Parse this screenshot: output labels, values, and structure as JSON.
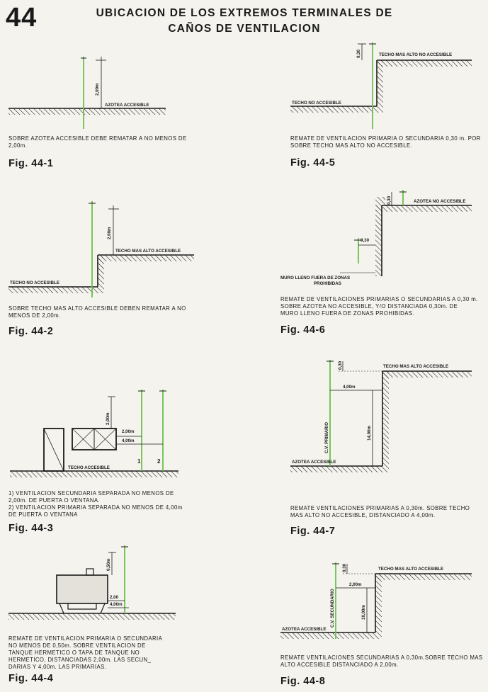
{
  "page_number": "44",
  "title_line1": "UBICACION DE LOS EXTREMOS TERMINALES DE",
  "title_line2": "CAÑOS DE VENTILACION",
  "colors": {
    "vent": "#6cc04a",
    "ink": "#1a1a1a",
    "paper": "#f4f3ee"
  },
  "fig1": {
    "label": "Fig.  44-1",
    "caption": "SOBRE AZOTEA ACCESIBLE DEBE REMATAR A NO MENOS DE\n2,00m.",
    "roof": "AZOTEA ACCESIBLE",
    "dim": "2,00m"
  },
  "fig2": {
    "label": "Fig.  44-2",
    "caption": "SOBRE TECHO MAS ALTO ACCESIBLE DEBEN REMATAR A NO\nMENOS DE 2,00m.",
    "low_roof": "TECHO NO ACCESIBLE",
    "high_roof": "TECHO MAS ALTO ACCESIBLE",
    "dim": "2,00m"
  },
  "fig3": {
    "label": "Fig.  44-3",
    "caption": "1) VENTILACION SECUNDARIA SEPARADA NO MENOS DE\n2,00m. DE PUERTA O VENTANA.\n2) VENTILACION PRIMARIA SEPARADA NO MENOS DE 4,00m\nDE PUERTA O VENTANA",
    "roof": "TECHO ACCESIBLE",
    "dim_v": "2,00m",
    "dim_h1": "2,00m",
    "dim_h2": "4,00m",
    "pipe1": "1",
    "pipe2": "2"
  },
  "fig4": {
    "label": "Fig.  44-4",
    "caption": "REMATE DE VENTILACION PRIMARIA O SECUNDARIA\nNO MENOS DE 0,50m. SOBRE VENTILACION DE\nTANQUE HERMETICO O TAPA DE TANQUE NO\nHERMETICO, DISTANCIADAS 2,00m. LAS SECUN_\nDARIAS Y 4,00m. LAS PRIMARIAS.",
    "dim_v": "0,50m",
    "dim_h1": "2,00",
    "dim_h2": "4,00m"
  },
  "fig5": {
    "label": "Fig.  44-5",
    "caption": "REMATE DE VENTILACION PRIMARIA O SECUNDARIA 0,30 m. POR\nSOBRE TECHO MAS ALTO NO ACCESIBLE.",
    "low_roof": "TECHO NO ACCESIBLE",
    "high_roof": "TECHO MAS ALTO NO ACCESIBLE",
    "dim": "0,30"
  },
  "fig6": {
    "label": "Fig.  44-6",
    "caption": "REMATE DE VENTILACIONES PRIMARIAS O SECUNDARIAS A 0,30 m.\nSOBRE AZOTEA NO ACCESIBLE, Y/O DISTANCIADA 0,30m. DE\nMURO LLENO FUERA DE ZONAS PROHIBIDAS.",
    "roof": "AZOTEA NO ACCESIBLE",
    "wall_line1": "MURO LLENO FUERA DE ZONAS",
    "wall_line2": "PROHIBIDAS",
    "dim_v": "0,30",
    "dim_h": "0,30"
  },
  "fig7": {
    "label": "Fig.  44-7",
    "caption": "REMATE  VENTILACIONES  PRIMARIAS A 0,30m. SOBRE TECHO\nMAS ALTO NO ACCESIBLE, DISTANCIADO A 4,00m.",
    "roof": "AZOTEA ACCESIBLE",
    "high_roof": "TECHO MAS ALTO ACCESIBLE",
    "pipe": "C.V. PRIMARIO",
    "dim_v": "0,30",
    "dim_h": "4,00m",
    "dim_wall": "14,00m"
  },
  "fig8": {
    "label": "Fig.  44-8",
    "caption": "REMATE  VENTILACIONES  SECUNDARIAS A 0,30m.SOBRE TECHO MAS\nALTO ACCESIBLE DISTANCIADO A 2,00m.",
    "roof": "AZOTEA ACCESIBLE",
    "high_roof": "TECHO MAS ALTO ACCESIBLE",
    "pipe": "C.V. SECUNDARIO",
    "dim_v": "0,30",
    "dim_h": "2,00m",
    "dim_wall": "10,00m"
  }
}
